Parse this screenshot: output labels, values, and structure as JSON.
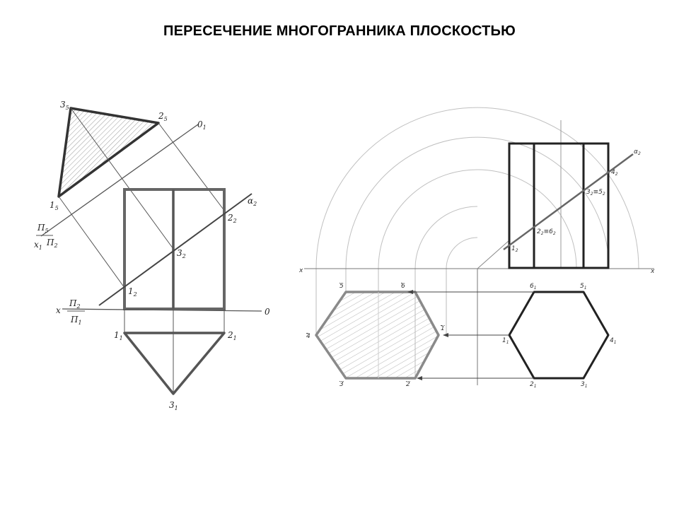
{
  "title": "ПЕРЕСЕЧЕНИЕ МНОГОГРАННИКА ПЛОСКОСТЬЮ",
  "left_drawing": {
    "pt_3_5": {
      "main": "3",
      "sub": "5"
    },
    "pt_2_5": {
      "main": "2",
      "sub": "5"
    },
    "pt_1_5": {
      "main": "1",
      "sub": "5"
    },
    "pt_2_2": {
      "main": "2",
      "sub": "2"
    },
    "pt_3_2": {
      "main": "3",
      "sub": "2"
    },
    "pt_1_2": {
      "main": "1",
      "sub": "2"
    },
    "pt_1_1": {
      "main": "1",
      "sub": "1"
    },
    "pt_2_1": {
      "main": "2",
      "sub": "1"
    },
    "pt_3_1": {
      "main": "3",
      "sub": "1"
    },
    "plane_alpha": {
      "main": "α",
      "sub": "2"
    },
    "axis_o1": {
      "main": "0",
      "sub": "1"
    },
    "axis_x1": {
      "main": "x",
      "sub": "1"
    },
    "pi5": {
      "main": "Π",
      "sub": "5"
    },
    "pi2_small": {
      "main": "Π",
      "sub": "2"
    },
    "pi2": {
      "main": "Π",
      "sub": "2"
    },
    "pi1": {
      "main": "Π",
      "sub": "1"
    },
    "axis_x": "x",
    "axis_o": "0"
  },
  "right_drawing": {
    "plane_alpha": {
      "main": "α",
      "sub": "2"
    },
    "pt_4_2": {
      "main": "4",
      "sub": "2"
    },
    "pt_3_2_eq": {
      "main": "3",
      "sub": "2",
      "eq": "≡5",
      "sub2": "2"
    },
    "pt_2_2_eq": {
      "main": "2",
      "sub": "2",
      "eq": "≡6",
      "sub2": "2"
    },
    "pt_1_2": {
      "main": "1",
      "sub": "2"
    },
    "axis_x_left": "x",
    "axis_x_right": "x",
    "true_5": "5",
    "true_6": "6",
    "true_4": "4",
    "true_1": "1",
    "true_3": "3",
    "true_2": "2",
    "pt_6_1": {
      "main": "6",
      "sub": "1"
    },
    "pt_5_1": {
      "main": "5",
      "sub": "1"
    },
    "pt_1_1": {
      "main": "1",
      "sub": "1"
    },
    "pt_4_1": {
      "main": "4",
      "sub": "1"
    },
    "pt_2_1": {
      "main": "2",
      "sub": "1"
    },
    "pt_3_1": {
      "main": "3",
      "sub": "1"
    }
  },
  "colors": {
    "thick": "#3a3a3a",
    "thin": "#555555",
    "gray": "#8a8a8a",
    "hatch": "#9a9a9a",
    "arc": "#c0c0c0"
  }
}
